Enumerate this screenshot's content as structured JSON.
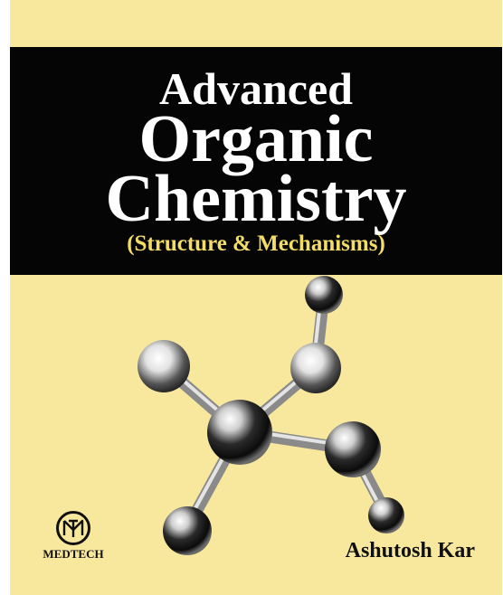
{
  "cover": {
    "title_line1": "Advanced",
    "title_line2": "Organic",
    "title_line3": "Chemistry",
    "subtitle": "(Structure & Mechanisms)",
    "author": "Ashutosh Kar",
    "publisher": "MEDTECH",
    "colors": {
      "background": "#f8e89e",
      "title_band": "#050505",
      "title_text": "#ffffff",
      "subtitle_text": "#f4dd66"
    },
    "illustration": "ball-and-stick-molecule"
  }
}
